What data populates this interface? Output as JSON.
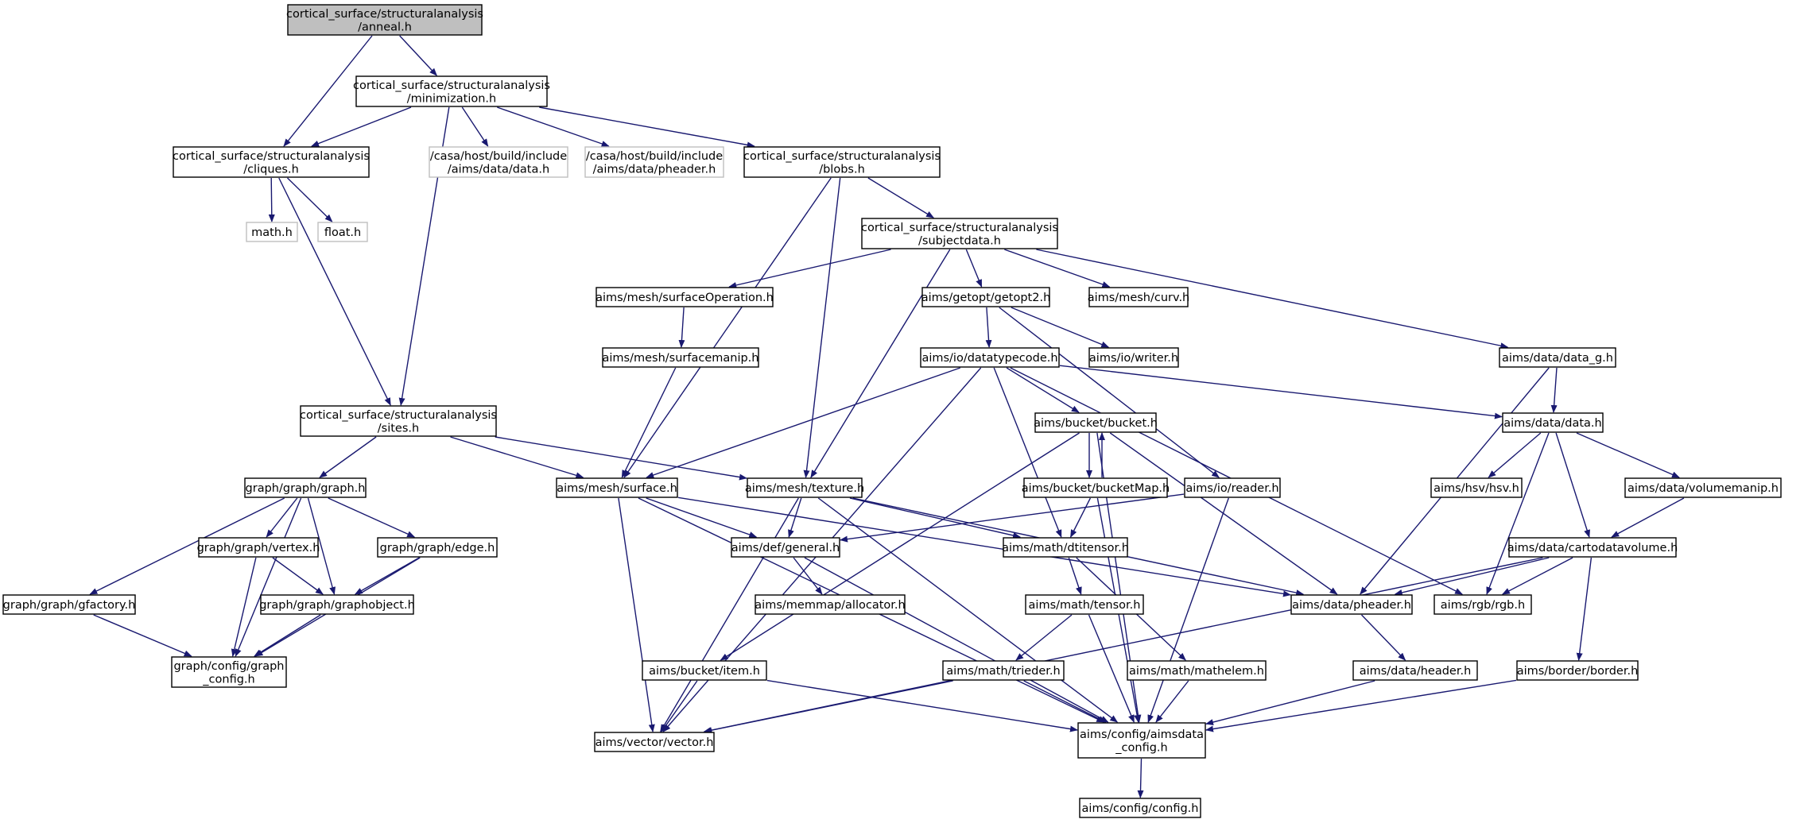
{
  "colors": {
    "edge": "#191970",
    "node_border": "#000000",
    "missing_border": "#bfbfbf",
    "root_fill": "#bfbfbf",
    "background": "#ffffff"
  },
  "nodes": [
    {
      "id": "anneal",
      "lines": [
        "cortical_surface/structuralanalysis",
        "/anneal.h"
      ],
      "root": true
    },
    {
      "id": "minimization",
      "lines": [
        "cortical_surface/structuralanalysis",
        "/minimization.h"
      ]
    },
    {
      "id": "cliques",
      "lines": [
        "cortical_surface/structuralanalysis",
        "/cliques.h"
      ]
    },
    {
      "id": "casa_data",
      "lines": [
        "/casa/host/build/include",
        "/aims/data/data.h"
      ],
      "missing": true
    },
    {
      "id": "casa_pheader",
      "lines": [
        "/casa/host/build/include",
        "/aims/data/pheader.h"
      ],
      "missing": true
    },
    {
      "id": "blobs",
      "lines": [
        "cortical_surface/structuralanalysis",
        "/blobs.h"
      ]
    },
    {
      "id": "math",
      "lines": [
        "math.h"
      ],
      "missing": true
    },
    {
      "id": "float",
      "lines": [
        "float.h"
      ],
      "missing": true
    },
    {
      "id": "subjectdata",
      "lines": [
        "cortical_surface/structuralanalysis",
        "/subjectdata.h"
      ]
    },
    {
      "id": "surfaceOperation",
      "lines": [
        "aims/mesh/surfaceOperation.h"
      ]
    },
    {
      "id": "getopt2",
      "lines": [
        "aims/getopt/getopt2.h"
      ]
    },
    {
      "id": "curv",
      "lines": [
        "aims/mesh/curv.h"
      ]
    },
    {
      "id": "data_g",
      "lines": [
        "aims/data/data_g.h"
      ]
    },
    {
      "id": "surfacemanip",
      "lines": [
        "aims/mesh/surfacemanip.h"
      ]
    },
    {
      "id": "datatypecode",
      "lines": [
        "aims/io/datatypecode.h"
      ]
    },
    {
      "id": "writer",
      "lines": [
        "aims/io/writer.h"
      ]
    },
    {
      "id": "sites",
      "lines": [
        "cortical_surface/structuralanalysis",
        "/sites.h"
      ]
    },
    {
      "id": "bucket",
      "lines": [
        "aims/bucket/bucket.h"
      ]
    },
    {
      "id": "data",
      "lines": [
        "aims/data/data.h"
      ]
    },
    {
      "id": "graph",
      "lines": [
        "graph/graph/graph.h"
      ]
    },
    {
      "id": "surface",
      "lines": [
        "aims/mesh/surface.h"
      ]
    },
    {
      "id": "texture",
      "lines": [
        "aims/mesh/texture.h"
      ]
    },
    {
      "id": "bucketMap",
      "lines": [
        "aims/bucket/bucketMap.h"
      ]
    },
    {
      "id": "reader",
      "lines": [
        "aims/io/reader.h"
      ]
    },
    {
      "id": "hsv",
      "lines": [
        "aims/hsv/hsv.h"
      ]
    },
    {
      "id": "volumemanip",
      "lines": [
        "aims/data/volumemanip.h"
      ]
    },
    {
      "id": "vertex",
      "lines": [
        "graph/graph/vertex.h"
      ]
    },
    {
      "id": "edge",
      "lines": [
        "graph/graph/edge.h"
      ]
    },
    {
      "id": "general",
      "lines": [
        "aims/def/general.h"
      ]
    },
    {
      "id": "dtitensor",
      "lines": [
        "aims/math/dtitensor.h"
      ]
    },
    {
      "id": "cartodatavolume",
      "lines": [
        "aims/data/cartodatavolume.h"
      ]
    },
    {
      "id": "gfactory",
      "lines": [
        "graph/graph/gfactory.h"
      ]
    },
    {
      "id": "graphobject",
      "lines": [
        "graph/graph/graphobject.h"
      ]
    },
    {
      "id": "allocator",
      "lines": [
        "aims/memmap/allocator.h"
      ]
    },
    {
      "id": "tensor",
      "lines": [
        "aims/math/tensor.h"
      ]
    },
    {
      "id": "pheader",
      "lines": [
        "aims/data/pheader.h"
      ]
    },
    {
      "id": "rgb",
      "lines": [
        "aims/rgb/rgb.h"
      ]
    },
    {
      "id": "graph_config",
      "lines": [
        "graph/config/graph",
        "_config.h"
      ]
    },
    {
      "id": "item",
      "lines": [
        "aims/bucket/item.h"
      ]
    },
    {
      "id": "trieder",
      "lines": [
        "aims/math/trieder.h"
      ]
    },
    {
      "id": "mathelem",
      "lines": [
        "aims/math/mathelem.h"
      ]
    },
    {
      "id": "header",
      "lines": [
        "aims/data/header.h"
      ]
    },
    {
      "id": "border",
      "lines": [
        "aims/border/border.h"
      ]
    },
    {
      "id": "vector",
      "lines": [
        "aims/vector/vector.h"
      ]
    },
    {
      "id": "aimsdata_config",
      "lines": [
        "aims/config/aimsdata",
        "_config.h"
      ]
    },
    {
      "id": "config",
      "lines": [
        "aims/config/config.h"
      ]
    }
  ],
  "edges": [
    [
      "anneal",
      "minimization"
    ],
    [
      "anneal",
      "cliques"
    ],
    [
      "minimization",
      "cliques"
    ],
    [
      "minimization",
      "casa_data"
    ],
    [
      "minimization",
      "casa_pheader"
    ],
    [
      "minimization",
      "blobs"
    ],
    [
      "minimization",
      "sites"
    ],
    [
      "cliques",
      "math"
    ],
    [
      "cliques",
      "float"
    ],
    [
      "cliques",
      "sites"
    ],
    [
      "blobs",
      "subjectdata"
    ],
    [
      "blobs",
      "surface"
    ],
    [
      "blobs",
      "texture"
    ],
    [
      "subjectdata",
      "surfaceOperation"
    ],
    [
      "subjectdata",
      "getopt2"
    ],
    [
      "subjectdata",
      "curv"
    ],
    [
      "subjectdata",
      "data_g"
    ],
    [
      "subjectdata",
      "texture"
    ],
    [
      "surfaceOperation",
      "surfacemanip"
    ],
    [
      "surfacemanip",
      "surface"
    ],
    [
      "getopt2",
      "datatypecode"
    ],
    [
      "getopt2",
      "writer"
    ],
    [
      "getopt2",
      "reader"
    ],
    [
      "data_g",
      "data"
    ],
    [
      "data_g",
      "pheader"
    ],
    [
      "datatypecode",
      "surface"
    ],
    [
      "datatypecode",
      "bucket"
    ],
    [
      "datatypecode",
      "data"
    ],
    [
      "datatypecode",
      "dtitensor"
    ],
    [
      "datatypecode",
      "rgb"
    ],
    [
      "datatypecode",
      "vector"
    ],
    [
      "sites",
      "graph"
    ],
    [
      "sites",
      "surface"
    ],
    [
      "sites",
      "texture"
    ],
    [
      "bucket",
      "bucketMap"
    ],
    [
      "bucketMap",
      "bucket"
    ],
    [
      "bucket",
      "item"
    ],
    [
      "bucket",
      "pheader"
    ],
    [
      "bucket",
      "aimsdata_config"
    ],
    [
      "bucketMap",
      "dtitensor"
    ],
    [
      "bucketMap",
      "aimsdata_config"
    ],
    [
      "data",
      "hsv"
    ],
    [
      "data",
      "volumemanip"
    ],
    [
      "data",
      "cartodatavolume"
    ],
    [
      "data",
      "rgb"
    ],
    [
      "volumemanip",
      "cartodatavolume"
    ],
    [
      "reader",
      "general"
    ],
    [
      "reader",
      "aimsdata_config"
    ],
    [
      "graph",
      "vertex"
    ],
    [
      "graph",
      "edge"
    ],
    [
      "graph",
      "gfactory"
    ],
    [
      "graph",
      "graphobject"
    ],
    [
      "graph",
      "graph_config"
    ],
    [
      "vertex",
      "graphobject"
    ],
    [
      "vertex",
      "graph_config"
    ],
    [
      "edge",
      "graphobject"
    ],
    [
      "edge",
      "graph_config"
    ],
    [
      "gfactory",
      "graph_config"
    ],
    [
      "graphobject",
      "graph_config"
    ],
    [
      "surface",
      "general"
    ],
    [
      "surface",
      "pheader"
    ],
    [
      "surface",
      "vector"
    ],
    [
      "surface",
      "aimsdata_config"
    ],
    [
      "texture",
      "general"
    ],
    [
      "texture",
      "dtitensor"
    ],
    [
      "texture",
      "pheader"
    ],
    [
      "texture",
      "vector"
    ],
    [
      "texture",
      "aimsdata_config"
    ],
    [
      "general",
      "allocator"
    ],
    [
      "general",
      "aimsdata_config"
    ],
    [
      "dtitensor",
      "tensor"
    ],
    [
      "dtitensor",
      "mathelem"
    ],
    [
      "cartodatavolume",
      "pheader"
    ],
    [
      "cartodatavolume",
      "rgb"
    ],
    [
      "cartodatavolume",
      "border"
    ],
    [
      "cartodatavolume",
      "vector"
    ],
    [
      "tensor",
      "trieder"
    ],
    [
      "tensor",
      "aimsdata_config"
    ],
    [
      "pheader",
      "header"
    ],
    [
      "item",
      "vector"
    ],
    [
      "item",
      "aimsdata_config"
    ],
    [
      "trieder",
      "vector"
    ],
    [
      "trieder",
      "aimsdata_config"
    ],
    [
      "mathelem",
      "aimsdata_config"
    ],
    [
      "header",
      "aimsdata_config"
    ],
    [
      "border",
      "aimsdata_config"
    ],
    [
      "aimsdata_config",
      "config"
    ]
  ]
}
